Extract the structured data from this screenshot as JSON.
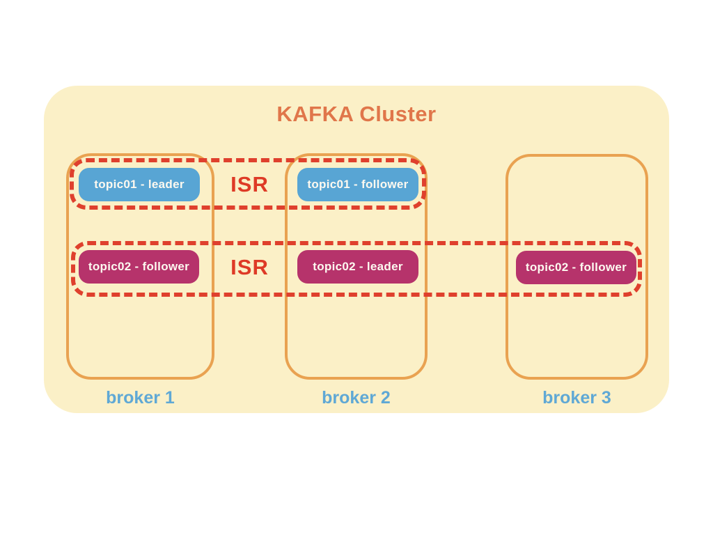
{
  "diagram": {
    "title": "KAFKA Cluster",
    "isr_groups": [
      {
        "label": "ISR"
      },
      {
        "label": "ISR"
      }
    ],
    "brokers": [
      {
        "label": "broker 1"
      },
      {
        "label": "broker 2"
      },
      {
        "label": "broker 3"
      }
    ],
    "partitions": [
      {
        "label": "topic01 - leader"
      },
      {
        "label": "topic01 - follower"
      },
      {
        "label": "topic02 - follower"
      },
      {
        "label": "topic02 - leader"
      },
      {
        "label": "topic02 - follower"
      }
    ],
    "colors": {
      "page_background": "#FFFFFF",
      "cluster_background": "#FBF0C7",
      "broker_border": "#E9A251",
      "title_text": "#E0764A",
      "isr_dash": "#DF402D",
      "isr_label_text": "#DE3A26",
      "topic01_fill": "#58A5D4",
      "topic02_fill": "#B6336B",
      "partition_text": "#FDF9F0",
      "broker_label_text": "#5FA8D5"
    }
  }
}
